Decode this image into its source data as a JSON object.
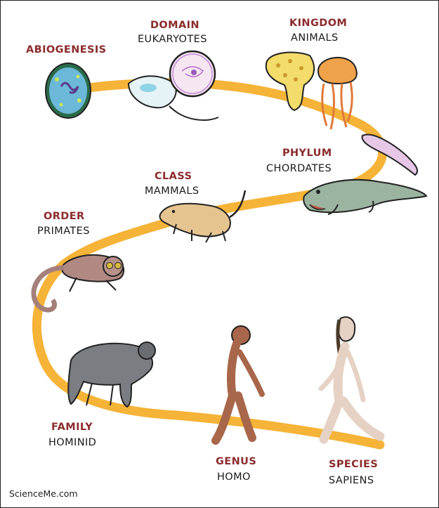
{
  "colors": {
    "rank_text": "#8b2c2c",
    "value_text": "#1a1a1a",
    "path": "#f5b338"
  },
  "stages": [
    {
      "rank": "ABIOGENESIS",
      "value": "",
      "icon": "cell-icon"
    },
    {
      "rank": "DOMAIN",
      "value": "EUKARYOTES",
      "icon": "eukaryote-icon"
    },
    {
      "rank": "KINGDOM",
      "value": "ANIMALS",
      "icon": "jellyfish-icon"
    },
    {
      "rank": "PHYLUM",
      "value": "CHORDATES",
      "icon": "fish-icon"
    },
    {
      "rank": "CLASS",
      "value": "MAMMALS",
      "icon": "shrew-icon"
    },
    {
      "rank": "ORDER",
      "value": "PRIMATES",
      "icon": "lemur-icon"
    },
    {
      "rank": "FAMILY",
      "value": "HOMINID",
      "icon": "ape-icon"
    },
    {
      "rank": "GENUS",
      "value": "HOMO",
      "icon": "early-human-icon"
    },
    {
      "rank": "SPECIES",
      "value": "SAPIENS",
      "icon": "human-icon"
    }
  ],
  "credit": "ScienceMe.com"
}
